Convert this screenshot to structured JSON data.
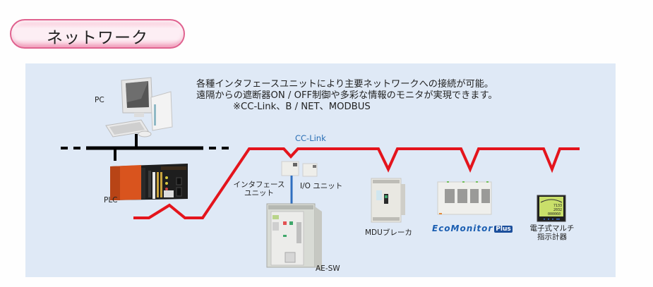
{
  "header": {
    "title": "ネットワーク"
  },
  "description": {
    "line1": "各種インタフェースユニットにより主要ネットワークへの接続が可能。",
    "line2": "遠隔からの遮断器ON / OFF制御や多彩な情報のモニタが実現できます。",
    "note": "※CC-Link、B / NET、MODBUS"
  },
  "diagram": {
    "network_label": "CC-Link",
    "colors": {
      "network_line": "#e4141c",
      "bus_line": "#000000",
      "io_link": "#2f6fc0",
      "panel_bg": "#dfe9f6",
      "title_border": "#e0628f"
    },
    "devices": {
      "pc": {
        "label": "PC",
        "icon": "desktop-computer-icon"
      },
      "plc": {
        "label": "PLC",
        "icon": "plc-rack-icon"
      },
      "interface_unit": {
        "label_line1": "インタフェース",
        "label_line2": "ユニット",
        "icon": "interface-unit-icon"
      },
      "io_unit": {
        "label": "I/O ユニット",
        "icon": "io-unit-icon"
      },
      "ae_sw": {
        "label": "AE-SW",
        "icon": "air-circuit-breaker-icon"
      },
      "mdu_breaker": {
        "label": "MDUブレーカ",
        "icon": "molded-case-breaker-icon"
      },
      "eco_monitor": {
        "label_main": "EcoMonitor",
        "label_badge": "Plus",
        "icon": "energy-monitor-icon"
      },
      "multi_meter": {
        "label_line1": "電子式マルチ",
        "label_line2": "指示計器",
        "icon": "digital-meter-icon",
        "display_values": [
          "7133",
          "2032",
          "000060"
        ]
      }
    }
  }
}
